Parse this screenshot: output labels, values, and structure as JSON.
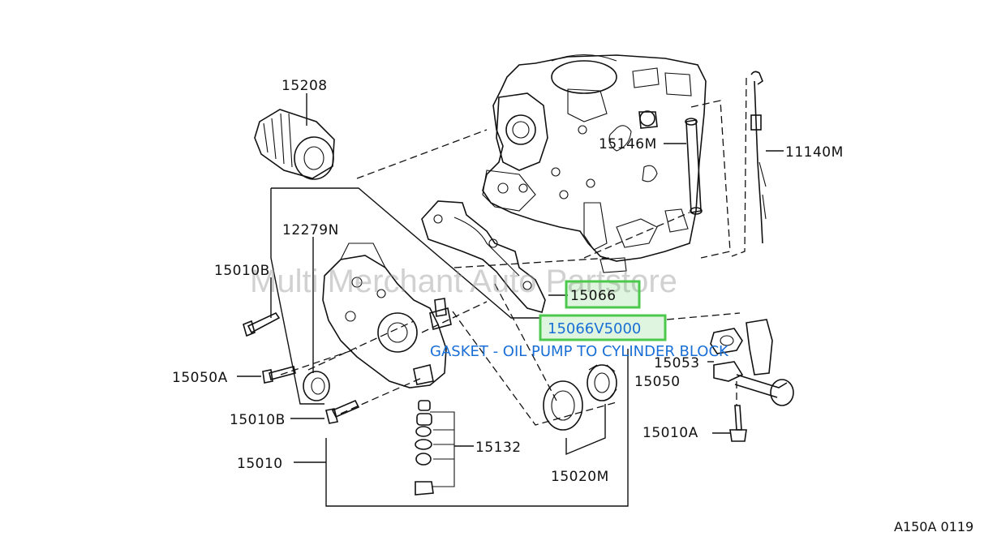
{
  "part_labels": {
    "p15208": "15208",
    "p15146m": "15146M",
    "p11140m": "11140M",
    "p12279n": "12279N",
    "p15010b_top": "15010B",
    "p15050a": "15050A",
    "p15010b_bottom": "15010B",
    "p15010": "15010",
    "p15132": "15132",
    "p15020m": "15020M",
    "p15053": "15053",
    "p15050": "15050",
    "p15010a": "15010A",
    "p15066": "15066"
  },
  "highlight": {
    "part_number": "15066V5000",
    "description": "GASKET - OIL PUMP TO CYLINDER BLOCK",
    "color": "#4cc94c"
  },
  "watermark": "Multi Merchant Auto Partstore",
  "diagram_code": "A150A 0119"
}
